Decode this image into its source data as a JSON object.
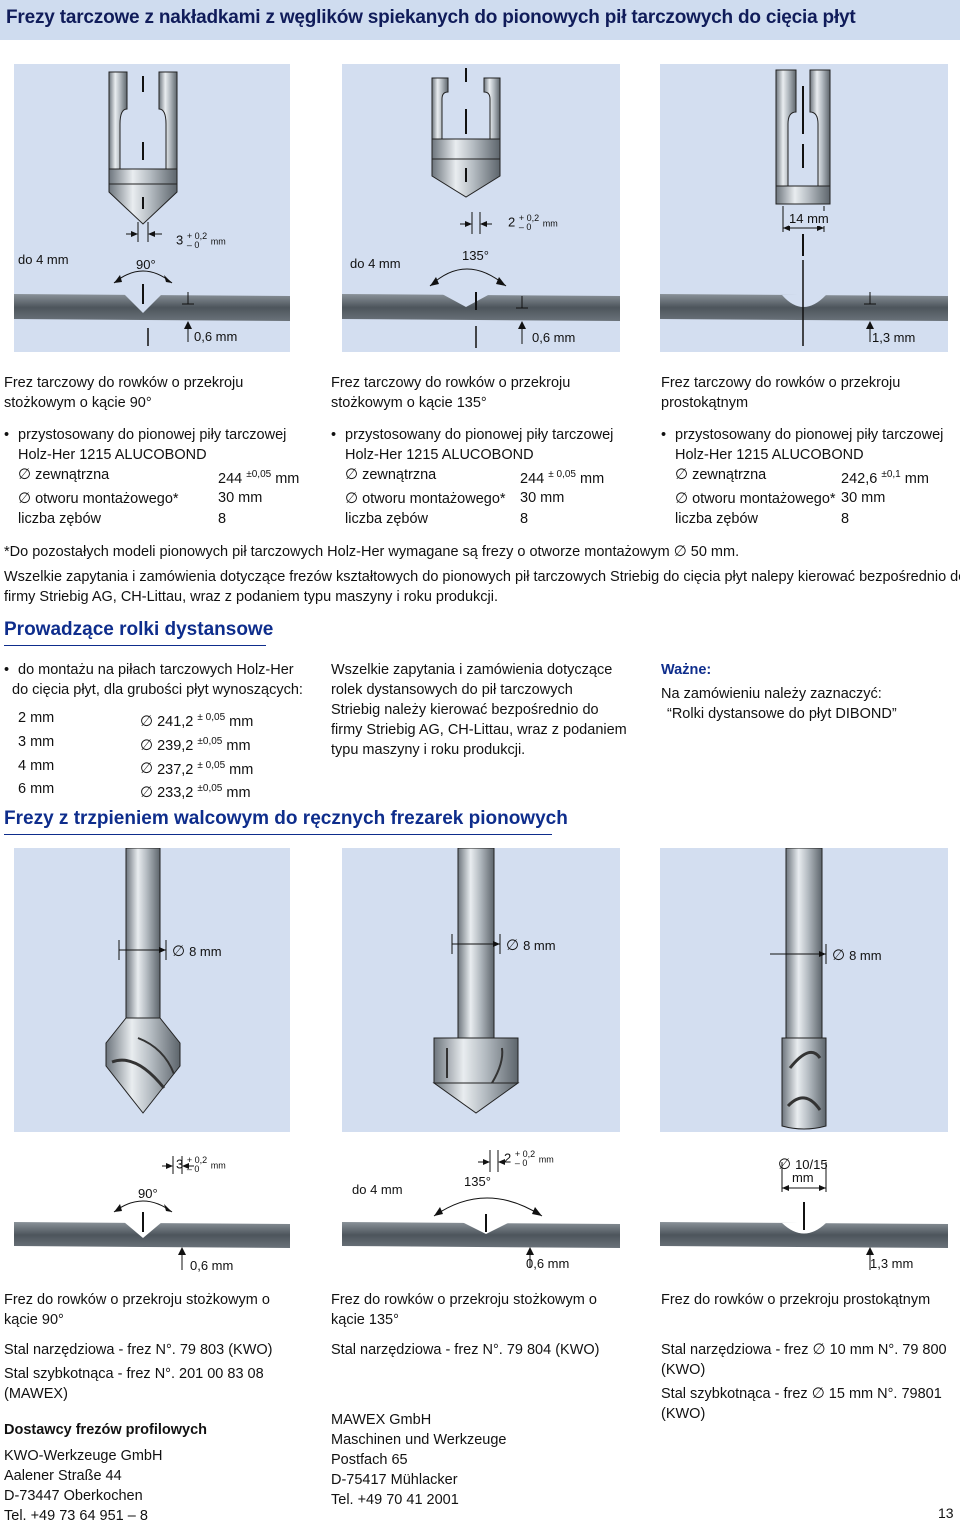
{
  "page_title": "Frezy tarczowe z nakładkami z węglików spiekanych do pionowych pił tarczowych do cięcia płyt",
  "drawings_top": [
    {
      "depth": "do 4 mm",
      "angle": "90°",
      "width_value": "3",
      "tol_plus": "+ 0,2",
      "tol_minus": "– 0",
      "width_unit": "mm",
      "bottom": "0,6 mm"
    },
    {
      "depth": "do 4 mm",
      "angle": "135°",
      "width_value": "2",
      "tol_plus": "+ 0,2",
      "tol_minus": "– 0",
      "width_unit": "mm",
      "bottom": "0,6 mm"
    },
    {
      "width": "14 mm",
      "bottom": "1,3 mm"
    }
  ],
  "cutters": [
    {
      "name1": "Frez tarczowy do rowków o przekroju",
      "name2": "stożkowym o kącie 90°",
      "use1": "przystosowany do pionowej piły tarczowej",
      "use2": "Holz-Her 1215 ALUCOBOND",
      "outer_label": "zewnątrzna",
      "outer_value": "244",
      "outer_tol": "±0,05",
      "outer_unit": "mm",
      "bore_label": "otworu montażowego*",
      "bore_value": "30 mm",
      "teeth_label": "liczba zębów",
      "teeth_value": "8"
    },
    {
      "name1": "Frez tarczowy do rowków o przekroju",
      "name2": "stożkowym o kącie 135°",
      "use1": "przystosowany do pionowej piły tarczowej",
      "use2": "Holz-Her 1215 ALUCOBOND",
      "outer_label": "zewnątrzna",
      "outer_value": "244",
      "outer_tol": "± 0,05",
      "outer_unit": "mm",
      "bore_label": "otworu montażowego*",
      "bore_value": "30 mm",
      "teeth_label": "liczba zębów",
      "teeth_value": "8"
    },
    {
      "name1": "Frez tarczowy do rowków o przekroju",
      "name2": "prostokątnym",
      "use1": "przystosowany do pionowej piły tarczowej",
      "use2": "Holz-Her 1215 ALUCOBOND",
      "outer_label": "zewnątrzna",
      "outer_value": "242,6",
      "outer_tol": "±0,1",
      "outer_unit": "mm",
      "bore_label": "otworu montażowego*",
      "bore_value": "30 mm",
      "teeth_label": "liczba zębów",
      "teeth_value": "8"
    }
  ],
  "footnote": "*Do pozostałych modeli pionowych pił tarczowych Holz-Her wymagane są frezy o otworze montażowym",
  "footnote_value": "50 mm.",
  "inquiry_line1": "Wszelkie zapytania i zamówienia dotyczące frezów kształtowych do pionowych pił tarczowych Striebig do cięcia płyt nalepy kierować bezpośrednio do",
  "inquiry_line2": "firmy Striebig AG, CH-Littau, wraz z podaniem typu maszyny i roku produkcji.",
  "section2_title": "Prowadzące rolki dystansowe",
  "rollers": {
    "intro1": "do montażu na piłach tarczowych Holz-Her",
    "intro2": "do cięcia płyt, dla grubości płyt wynoszących:",
    "rows": [
      {
        "t": "2 mm",
        "d": "241,2",
        "tol": "± 0,05",
        "u": "mm"
      },
      {
        "t": "3 mm",
        "d": "239,2",
        "tol": "±0,05",
        "u": "mm"
      },
      {
        "t": "4 mm",
        "d": "237,2",
        "tol": "± 0,05",
        "u": "mm"
      },
      {
        "t": "6 mm",
        "d": "233,2",
        "tol": "±0,05",
        "u": "mm"
      }
    ],
    "contact": [
      "Wszelkie zapytania i zamówienia dotyczące",
      "rolek dystansowych do pił tarczowych",
      "Striebig należy kierować bezpośrednio do",
      "firmy Striebig AG, CH-Littau, wraz z podaniem",
      "typu maszyny i roku produkcji."
    ],
    "important_label": "Ważne:",
    "important_text": "Na zamówieniu należy zaznaczyć:",
    "important_quote": "“Rolki dystansowe do płyt DIBOND”"
  },
  "section3_title": "Frezy z trzpieniem walcowym do ręcznych frezarek pionowych",
  "drawings_bottom": [
    {
      "shank": "8 mm",
      "angle": "90°",
      "width_value": "3",
      "tol_plus": "+ 0,2",
      "tol_minus": "– 0",
      "width_unit": "mm",
      "bottom": "0,6 mm"
    },
    {
      "shank": "8 mm",
      "depth": "do 4 mm",
      "angle": "135°",
      "width_value": "2",
      "tol_plus": "+ 0,2",
      "tol_minus": "– 0",
      "width_unit": "mm",
      "bottom": "0,6 mm"
    },
    {
      "shank": "8 mm",
      "width": "10/15",
      "width_unit": "mm",
      "bottom": "1,3 mm"
    }
  ],
  "routers": [
    {
      "name1": "Frez do rowków o przekroju stożkowym o",
      "name2": "kącie 90°",
      "l1": "Stal narzędziowa - frez N°. 79 803 (KWO)",
      "l2": "Stal szybkotnąca - frez N°. 201 00 83 08",
      "l3": "(MAWEX)"
    },
    {
      "name1": "Frez do rowków o przekroju stożkowym o",
      "name2": "kącie 135°",
      "l1": "Stal narzędziowa - frez N°. 79 804 (KWO)"
    },
    {
      "name1": "Frez do rowków o przekroju prostokątnym",
      "l1a": "Stal narzędziowa - frez",
      "l1b": "10 mm  N°. 79 800",
      "l1c": "(KWO)",
      "l2a": "Stal szybkotnąca - frez",
      "l2b": "15 mm  N°. 79801",
      "l2c": "(KWO)"
    }
  ],
  "suppliers_title": "Dostawcy frezów profilowych",
  "supplier1": [
    "KWO-Werkzeuge GmbH",
    "Aalener Straße 44",
    "D-73447 Oberkochen",
    "Tel. +49 73 64 951 – 8"
  ],
  "supplier2": [
    "MAWEX GmbH",
    "Maschinen und Werkzeuge",
    "Postfach 65",
    "D-75417 Mühlacker",
    "Tel. +49 70 41 2001"
  ],
  "page_number": "13",
  "colors": {
    "panel": "#d3def0",
    "title_bar": "#cfdcef",
    "heading": "#0e2d8c",
    "steel": "#9aa3ab",
    "plate": "#5c646c"
  }
}
